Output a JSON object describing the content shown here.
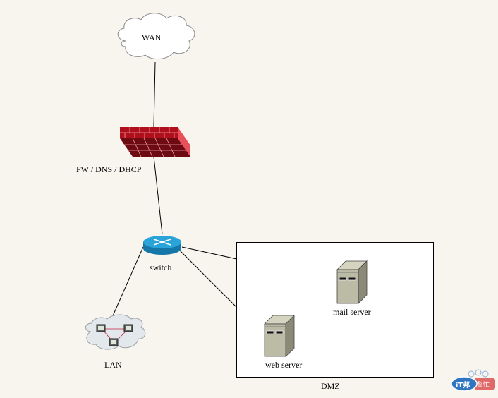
{
  "diagram": {
    "nodes": {
      "wan": {
        "label": "WAN",
        "type": "cloud"
      },
      "firewall": {
        "label": "FW / DNS / DHCP",
        "type": "firewall"
      },
      "switch": {
        "label": "switch",
        "type": "router-switch"
      },
      "lan": {
        "label": "LAN",
        "type": "workstation-cloud"
      },
      "mail_server": {
        "label": "mail server",
        "type": "server"
      },
      "web_server": {
        "label": "web server",
        "type": "server"
      }
    },
    "zones": {
      "dmz": {
        "label": "DMZ"
      }
    },
    "connections": [
      {
        "from": "wan",
        "to": "firewall"
      },
      {
        "from": "firewall",
        "to": "switch"
      },
      {
        "from": "switch",
        "to": "lan"
      },
      {
        "from": "switch",
        "to": "mail_server"
      },
      {
        "from": "switch",
        "to": "web_server"
      }
    ],
    "colors": {
      "background": "#f8f5ef",
      "firewall": "#b0101c",
      "switch": "#1a8fc4",
      "server": "#b8b8a0",
      "cloud_fill": "#ffffff",
      "lan_cloud_fill": "#e3e8ec",
      "lan_link": "#c02040"
    }
  },
  "watermark": {
    "brand": "iT邦",
    "suffix": "幫忙"
  }
}
